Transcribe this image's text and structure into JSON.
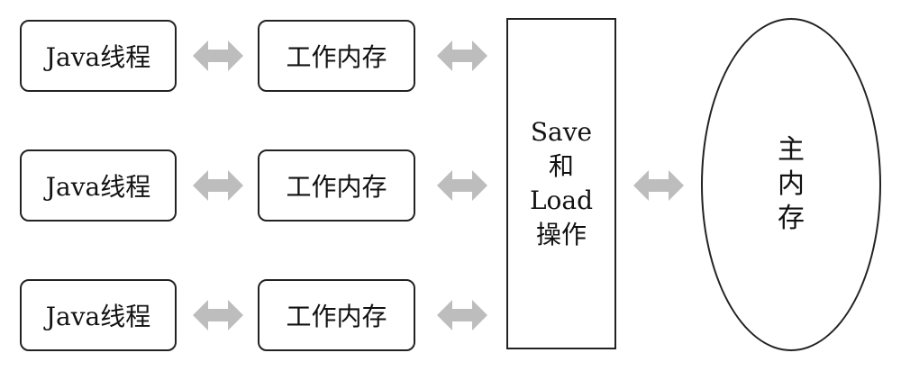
{
  "threads": [
    {
      "label": "Java线程",
      "memory": "工作内存"
    },
    {
      "label": "Java线程",
      "memory": "工作内存"
    },
    {
      "label": "Java线程",
      "memory": "工作内存"
    }
  ],
  "save_load": {
    "line1": "Save",
    "line2": "和",
    "line3": "Load",
    "line4": "操作"
  },
  "main_memory": {
    "line1": "主",
    "line2": "内",
    "line3": "存"
  },
  "colors": {
    "arrow": "#bdbdbd",
    "border": "#222222"
  }
}
